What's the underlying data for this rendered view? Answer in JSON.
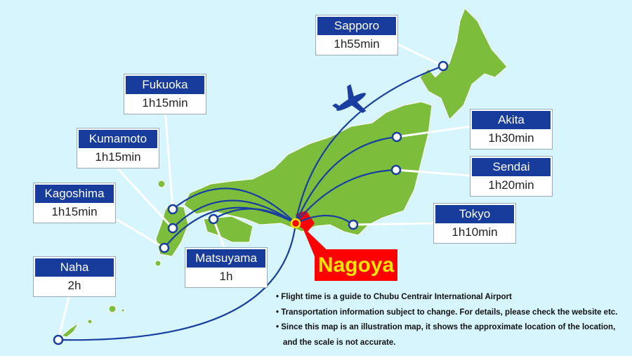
{
  "hub": {
    "name": "Nagoya"
  },
  "destinations": [
    {
      "name": "Sapporo",
      "time": "1h55min"
    },
    {
      "name": "Fukuoka",
      "time": "1h15min"
    },
    {
      "name": "Kumamoto",
      "time": "1h15min"
    },
    {
      "name": "Kagoshima",
      "time": "1h15min"
    },
    {
      "name": "Naha",
      "time": "2h"
    },
    {
      "name": "Matsuyama",
      "time": "1h"
    },
    {
      "name": "Akita",
      "time": "1h30min"
    },
    {
      "name": "Sendai",
      "time": "1h20min"
    },
    {
      "name": "Tokyo",
      "time": "1h10min"
    }
  ],
  "notes": [
    "• Flight time is a guide to Chubu Centrair International Airport",
    "• Transportation information subject to change. For details, please check the website etc.",
    "• Since this map is an illustration map, it shows the approximate location of the location, and the scale is not accurate."
  ],
  "colors": {
    "sea": "#d6f5fd",
    "land": "#7cbd3c",
    "route": "#1a3fa0",
    "label": "#173c9b",
    "hub": "#ff0000"
  }
}
